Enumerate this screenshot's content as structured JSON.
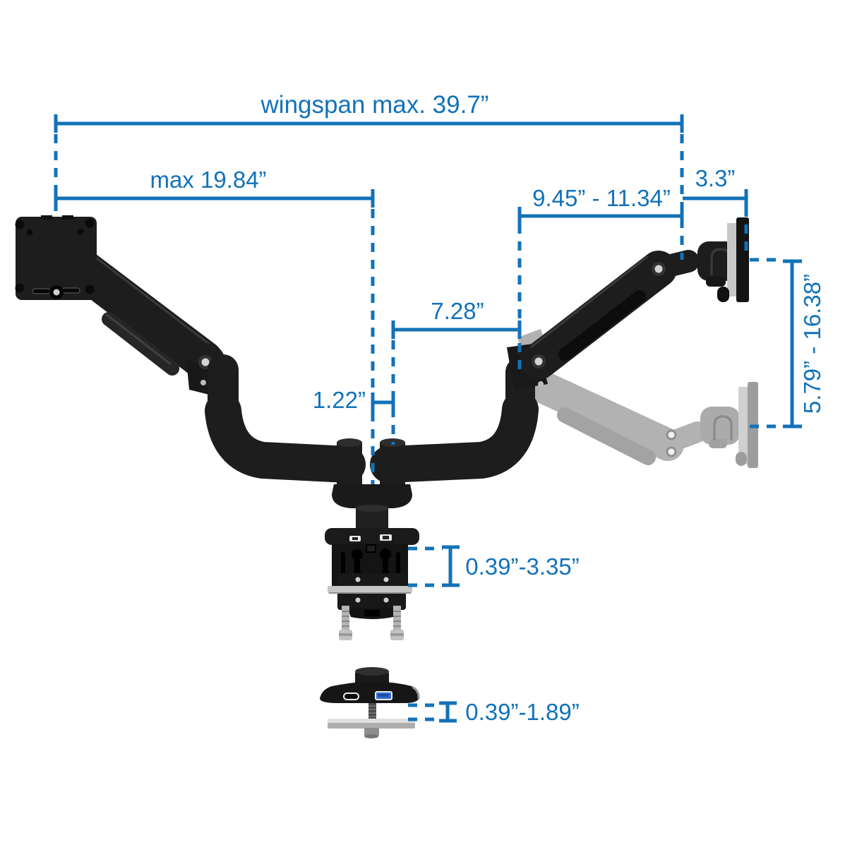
{
  "diagram": {
    "type": "product-dimension-diagram",
    "subject": "dual-arm monitor desk mount with gas-spring arms, desk clamp and grommet base",
    "colors": {
      "accent_blue": "#1272b8",
      "arm_black": "#1d1d1d",
      "ghost_gray": "#b2b2b2",
      "metal_silver": "#c6c6c6",
      "usb_port_blue": "#2f6fd2"
    },
    "dimensions": {
      "wingspan": "wingspan max. 39.7”",
      "max_reach": "max 19.84”",
      "extension_range": "9.45” - 11.34”",
      "head_depth": "3.3”",
      "arm_length": "7.28”",
      "center_gap": "1.22”",
      "height_range": "5.79” - 16.38”",
      "clamp_range": "0.39”-3.35”",
      "grommet_range": "0.39”-1.89”"
    }
  }
}
